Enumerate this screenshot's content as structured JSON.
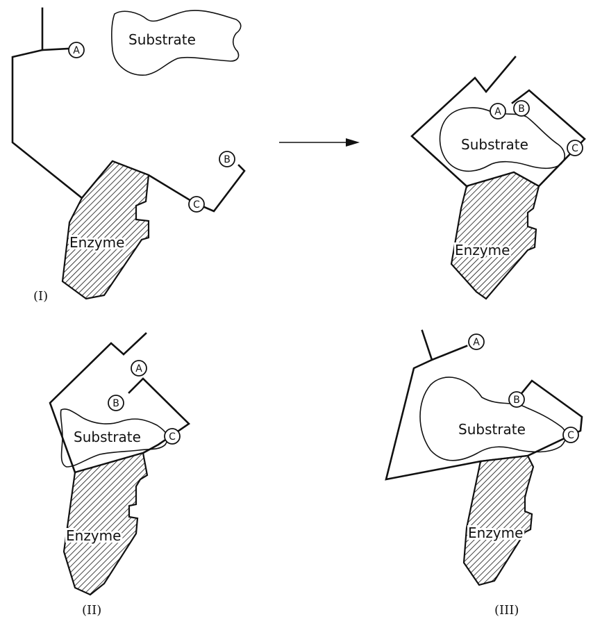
{
  "substrate_label": "Substrate",
  "enzyme_label": "Enzyme",
  "site_labels": {
    "a": "A",
    "b": "B",
    "c": "C"
  },
  "captions": {
    "panel_1": "(I)",
    "panel_2": "(II)",
    "panel_3": "(III)"
  }
}
